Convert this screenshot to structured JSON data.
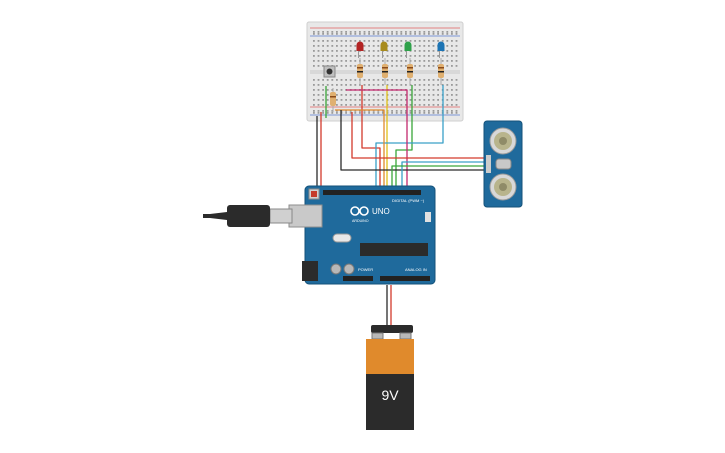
{
  "arduino": {
    "brand": "ARDUINO",
    "model": "UNO",
    "digital_header_label": "DIGITAL (PWM ~)",
    "power_header_label": "POWER",
    "analog_header_label": "ANALOG IN",
    "board_color": "#1f6a9c"
  },
  "battery": {
    "label": "9V",
    "top_color": "#e08a2c",
    "body_color": "#2b2b2b"
  },
  "leds": [
    {
      "name": "red-led",
      "color": "#b32424"
    },
    {
      "name": "yellow-led",
      "color": "#a88b1c"
    },
    {
      "name": "green-led",
      "color": "#2fa14a"
    },
    {
      "name": "blue-led",
      "color": "#1c74b4"
    }
  ],
  "wire_colors": {
    "red": "#d33a2c",
    "black": "#2b2b2b",
    "green": "#3aa63a",
    "yellow": "#e0c018",
    "blue": "#3aa0c8",
    "orange": "#e08a2c",
    "magenta": "#c4286e"
  }
}
